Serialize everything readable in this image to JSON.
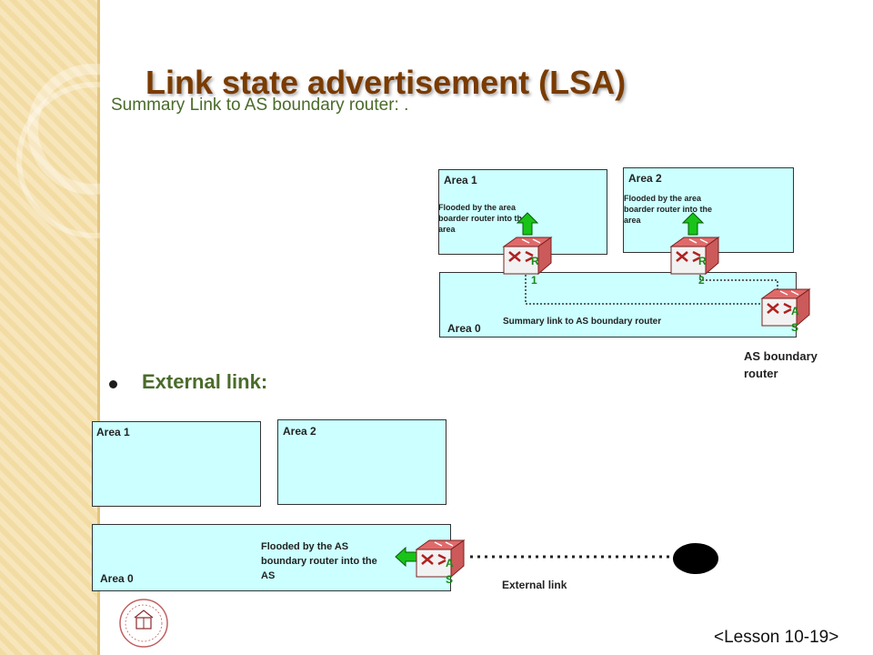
{
  "slide": {
    "title": "Link state advertisement (LSA)",
    "subtitle": "Summary Link to AS boundary router: .",
    "bullet": "External link:",
    "footer": "<Lesson 10-19>"
  },
  "top_diagram": {
    "area1": {
      "label": "Area 1",
      "note": "Flooded by the area boarder router into the area"
    },
    "area2": {
      "label": "Area 2",
      "note": "Flooded by the area boarder router into the area"
    },
    "area0": {
      "label": "Area 0",
      "summary_text": "Summary link to AS boundary router"
    },
    "r1": {
      "letters": [
        "R",
        "1"
      ]
    },
    "r2": {
      "letters": [
        "R",
        "2"
      ]
    },
    "as_router": {
      "letters": [
        "A",
        "S"
      ],
      "caption_line1": "AS boundary",
      "caption_line2": "router"
    }
  },
  "bottom_diagram": {
    "area1": {
      "label": "Area 1"
    },
    "area2": {
      "label": "Area 2"
    },
    "area0": {
      "label": "Area 0",
      "flood_text": "Flooded by the AS boundary router into the AS"
    },
    "as_router": {
      "letters": [
        "A",
        "S"
      ]
    },
    "external_label": "External link"
  },
  "colors": {
    "area_fill": "#ccffff",
    "title": "#7a3b00",
    "accent_green": "#4a6b2a",
    "arrow_green": "#18c418"
  },
  "icons": {
    "router": "router-icon",
    "up_arrow": "up-arrow-icon",
    "left_arrow": "left-arrow-icon",
    "cloud": "external-network-cloud"
  }
}
